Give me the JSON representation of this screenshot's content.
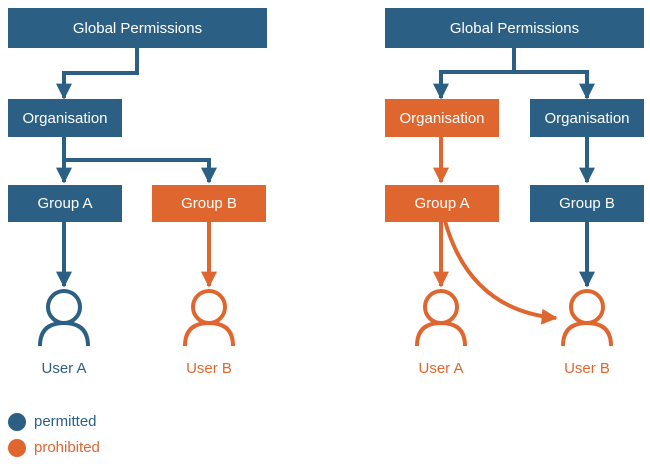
{
  "colors": {
    "permitted": "#2b6084",
    "prohibited": "#e0662f"
  },
  "left": {
    "global": "Global Permissions",
    "organisation": "Organisation",
    "group_a": "Group A",
    "group_b": "Group B",
    "user_a": "User A",
    "user_b": "User B"
  },
  "right": {
    "global": "Global Permissions",
    "organisation_1": "Organisation",
    "organisation_2": "Organisation",
    "group_a": "Group A",
    "group_b": "Group B",
    "user_a": "User A",
    "user_b": "User B"
  },
  "legend": [
    {
      "label": "permitted",
      "color": "#2b6084"
    },
    {
      "label": "prohibited",
      "color": "#e0662f"
    }
  ]
}
